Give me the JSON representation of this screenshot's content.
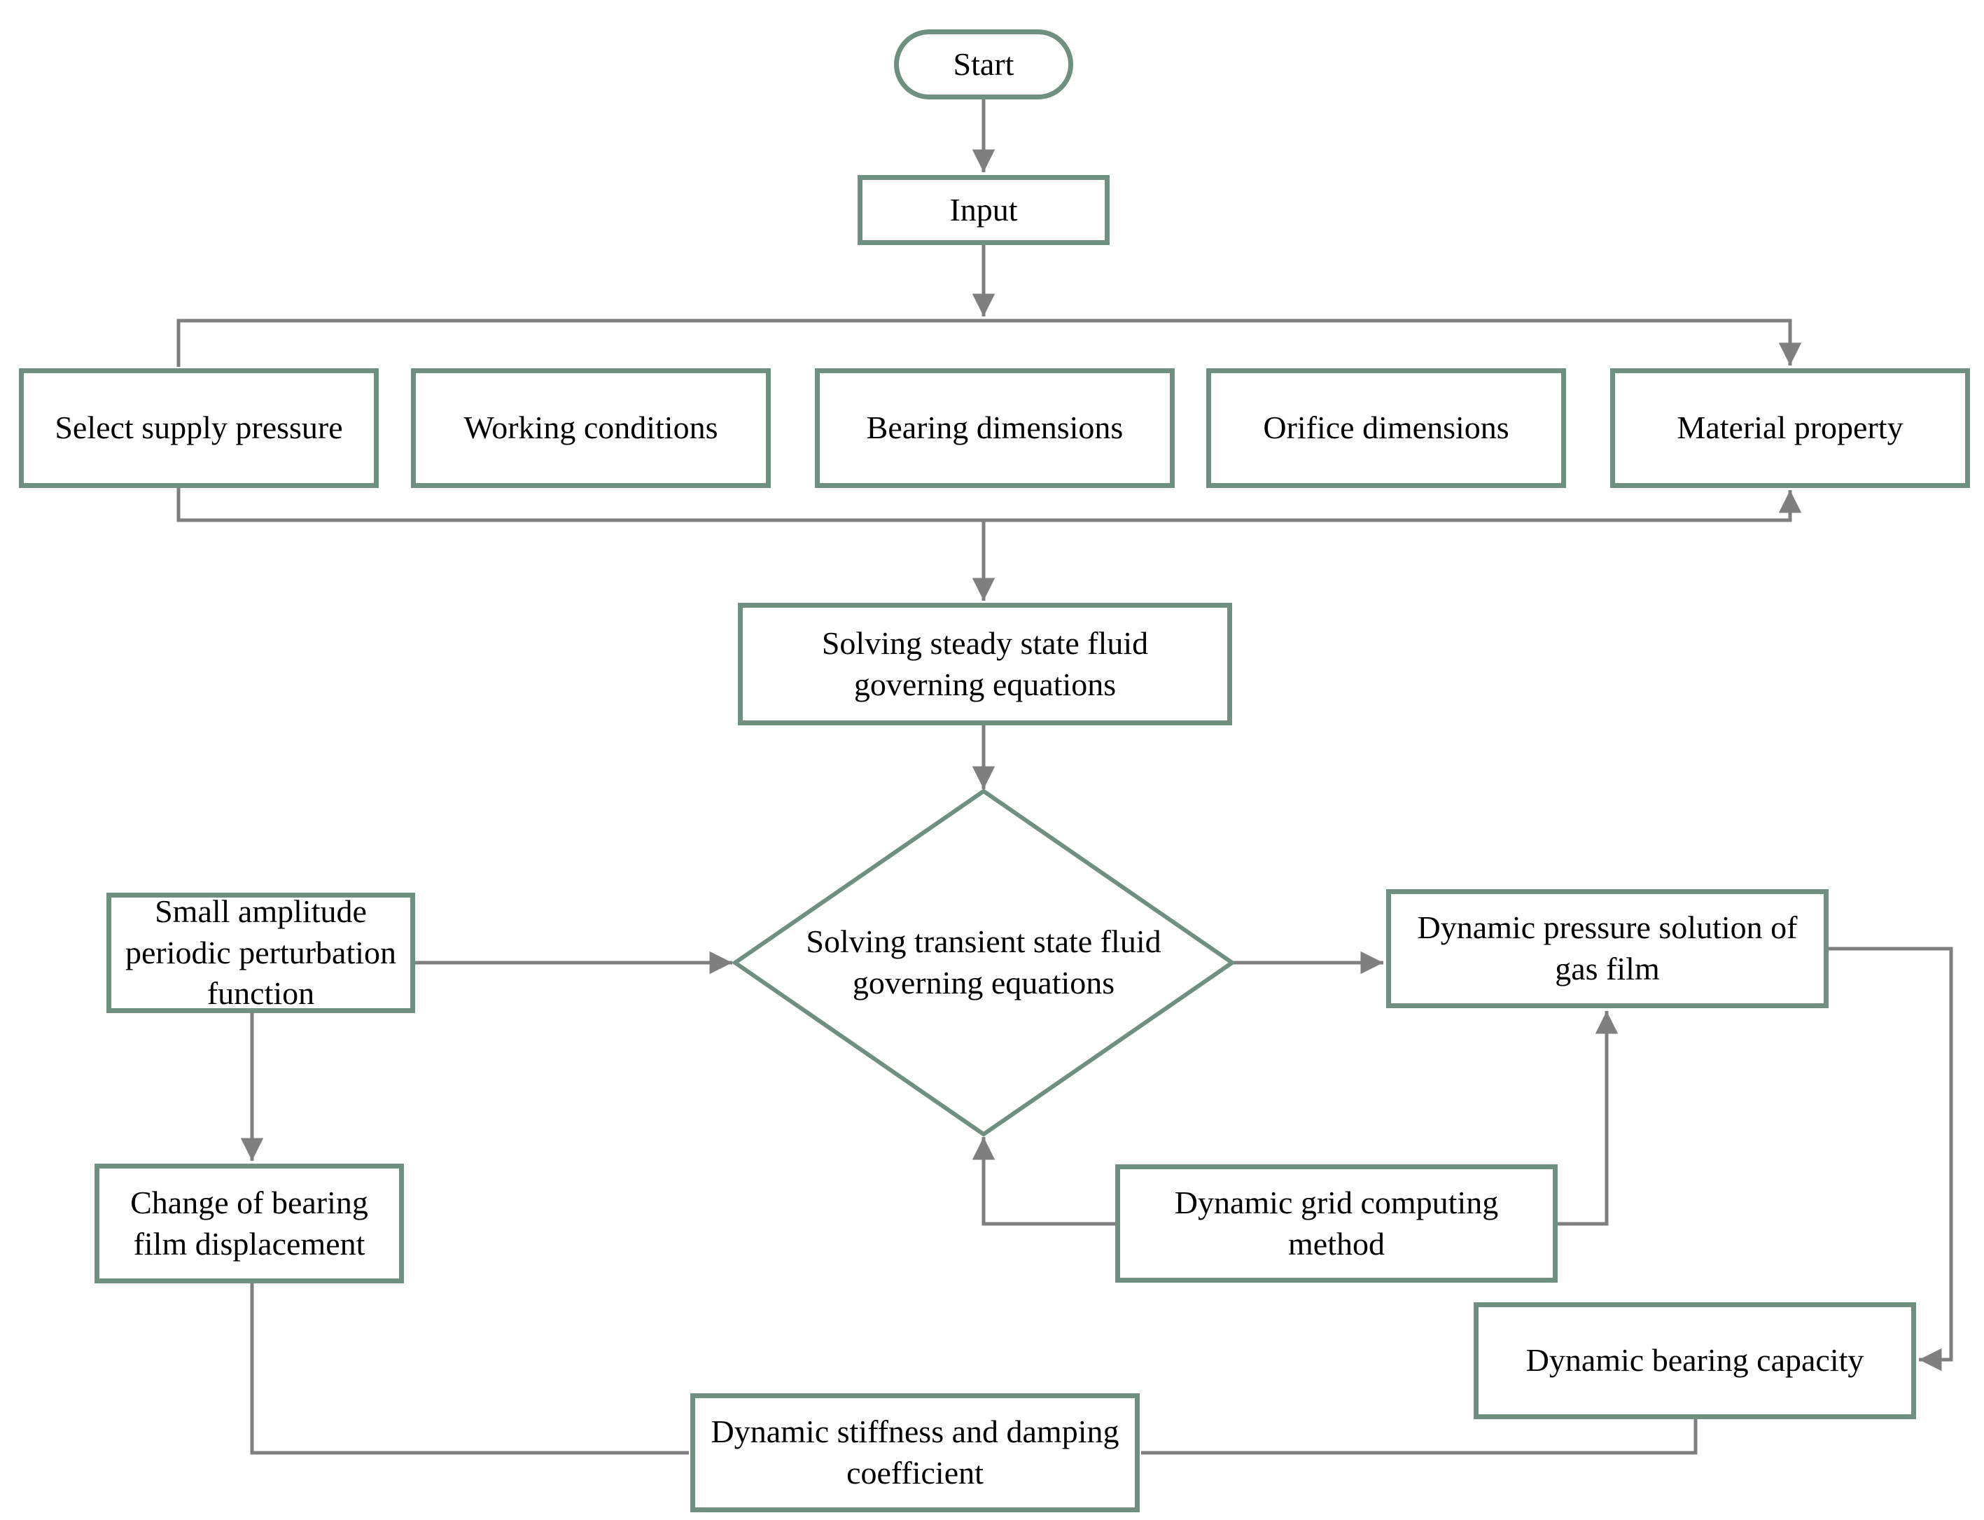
{
  "diagram": {
    "type": "flowchart",
    "colors": {
      "node_border": "#6f8f80",
      "connector": "#7f7f7f",
      "text": "#000000",
      "background": "#ffffff"
    },
    "nodes": {
      "start": {
        "label": "Start",
        "shape": "stadium"
      },
      "input": {
        "label": "Input",
        "shape": "rect"
      },
      "select_supply_pressure": {
        "label": "Select supply pressure",
        "shape": "rect"
      },
      "working_conditions": {
        "label": "Working conditions",
        "shape": "rect"
      },
      "bearing_dimensions": {
        "label": "Bearing dimensions",
        "shape": "rect"
      },
      "orifice_dimensions": {
        "label": "Orifice dimensions",
        "shape": "rect"
      },
      "material_property": {
        "label": "Material property",
        "shape": "rect"
      },
      "steady_state": {
        "label": "Solving steady state fluid governing equations",
        "shape": "rect"
      },
      "transient_decision": {
        "label": "Solving transient state fluid governing equations",
        "shape": "diamond"
      },
      "small_amplitude": {
        "label": "Small amplitude periodic perturbation function",
        "shape": "rect"
      },
      "film_displacement": {
        "label": "Change of bearing film displacement",
        "shape": "rect"
      },
      "dynamic_grid": {
        "label": "Dynamic grid computing method",
        "shape": "rect"
      },
      "pressure_solution": {
        "label": "Dynamic pressure solution of gas film",
        "shape": "rect"
      },
      "bearing_capacity": {
        "label": "Dynamic bearing capacity",
        "shape": "rect"
      },
      "stiffness_damping": {
        "label": "Dynamic stiffness and damping coefficient",
        "shape": "rect"
      }
    },
    "edges": [
      {
        "from": "start",
        "to": "input",
        "arrow": true
      },
      {
        "from": "input",
        "to": "parameters_distributor",
        "arrow": true
      },
      {
        "from": "parameters_distributor",
        "to": "select_supply_pressure",
        "arrow": false
      },
      {
        "from": "parameters_distributor",
        "to": "material_property",
        "arrow": true
      },
      {
        "from": "select_supply_pressure",
        "to": "parameters_collector",
        "arrow": false
      },
      {
        "from": "parameters_collector",
        "to": "material_property",
        "arrow": true
      },
      {
        "from": "parameters_collector",
        "to": "steady_state",
        "arrow": true
      },
      {
        "from": "steady_state",
        "to": "transient_decision",
        "arrow": true
      },
      {
        "from": "small_amplitude",
        "to": "transient_decision",
        "arrow": true
      },
      {
        "from": "small_amplitude",
        "to": "film_displacement",
        "arrow": true
      },
      {
        "from": "transient_decision",
        "to": "pressure_solution",
        "arrow": true
      },
      {
        "from": "dynamic_grid",
        "to": "transient_decision",
        "arrow": true
      },
      {
        "from": "dynamic_grid",
        "to": "pressure_solution",
        "arrow": true
      },
      {
        "from": "pressure_solution",
        "to": "bearing_capacity",
        "arrow": true
      },
      {
        "from": "film_displacement",
        "to": "stiffness_damping",
        "arrow": false
      },
      {
        "from": "bearing_capacity",
        "to": "stiffness_damping",
        "arrow": false
      }
    ]
  }
}
